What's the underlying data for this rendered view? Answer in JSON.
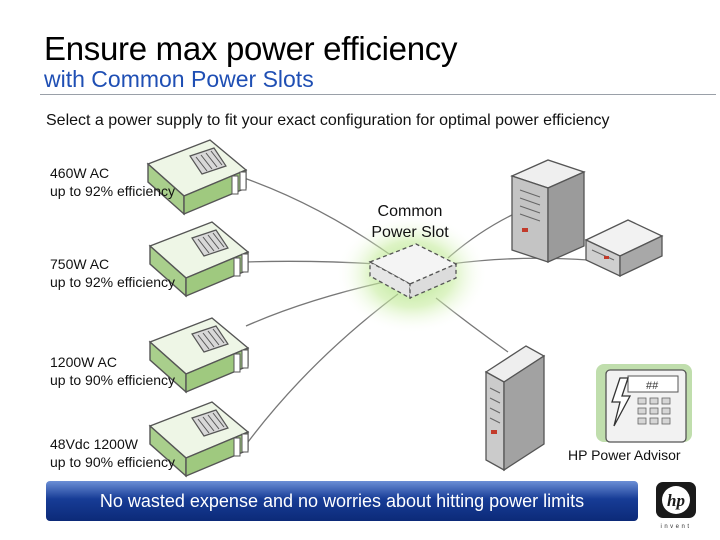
{
  "header": {
    "title": "Ensure max power efficiency",
    "subtitle": "with Common Power Slots"
  },
  "intro": "Select a power supply to fit your exact configuration for optimal power efficiency",
  "power_supplies": [
    {
      "name": "460W AC",
      "efficiency": "up to 92% efficiency"
    },
    {
      "name": "750W AC",
      "efficiency": "up to 92% efficiency"
    },
    {
      "name": "1200W AC",
      "efficiency": "up to 90% efficiency"
    },
    {
      "name": "48Vdc 1200W",
      "efficiency": "up to 90% efficiency"
    }
  ],
  "hub_label": "Common Power Slot",
  "advisor_label": "HP Power Advisor",
  "banner": "No wasted expense and no worries about hitting power limits",
  "logo": {
    "text": "hp",
    "tagline": "invent"
  },
  "colors": {
    "subtitle": "#1f4fb4",
    "psu_green": "#b9d9a0",
    "banner": "#173c96",
    "hub_glow": "#a6dd7a"
  }
}
